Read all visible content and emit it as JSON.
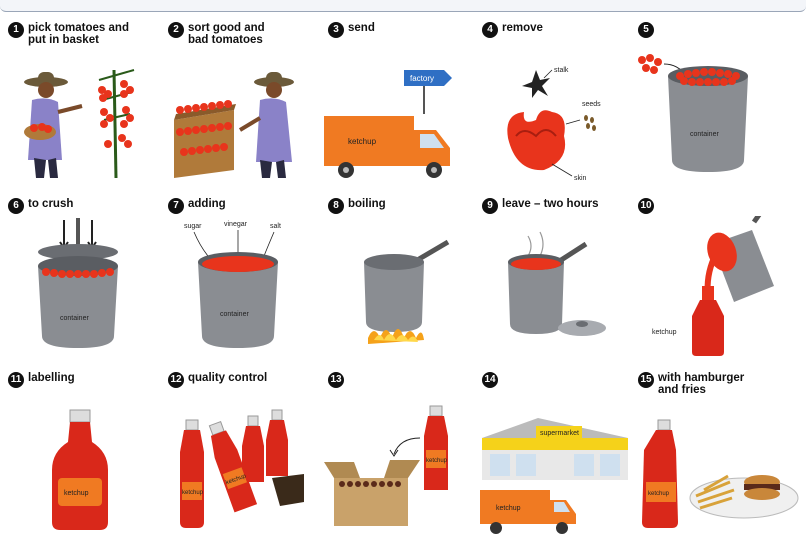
{
  "steps": [
    {
      "number": "1",
      "caption_line1": "pick tomatoes and",
      "caption_line2": "put in basket"
    },
    {
      "number": "2",
      "caption_line1": "sort good and",
      "caption_line2": "bad tomatoes"
    },
    {
      "number": "3",
      "caption_line1": "send",
      "caption_line2": ""
    },
    {
      "number": "4",
      "caption_line1": "remove",
      "caption_line2": ""
    },
    {
      "number": "5",
      "caption_line1": "",
      "caption_line2": ""
    },
    {
      "number": "6",
      "caption_line1": "to crush",
      "caption_line2": ""
    },
    {
      "number": "7",
      "caption_line1": "adding",
      "caption_line2": ""
    },
    {
      "number": "8",
      "caption_line1": "boiling",
      "caption_line2": ""
    },
    {
      "number": "9",
      "caption_line1": "leave – two hours",
      "caption_line2": ""
    },
    {
      "number": "10",
      "caption_line1": "",
      "caption_line2": ""
    },
    {
      "number": "11",
      "caption_line1": "labelling",
      "caption_line2": ""
    },
    {
      "number": "12",
      "caption_line1": "quality control",
      "caption_line2": ""
    },
    {
      "number": "13",
      "caption_line1": "",
      "caption_line2": ""
    },
    {
      "number": "14",
      "caption_line1": "",
      "caption_line2": ""
    },
    {
      "number": "15",
      "caption_line1": "with hamburger",
      "caption_line2": "and fries"
    }
  ],
  "labels": {
    "truck_text": "ketchup",
    "factory_sign": "factory",
    "stalk": "stalk",
    "seeds": "seeds",
    "skin": "skin",
    "container": "container",
    "sugar": "sugar",
    "vinegar": "vinegar",
    "salt": "salt",
    "ketchup": "ketchup",
    "supermarket": "supermarket"
  },
  "colors": {
    "tomato": "#e8341c",
    "truck": "#f07a22",
    "metal": "#8a8d92",
    "ketchup": "#d9281a",
    "supermarket_yellow": "#f5d21a"
  }
}
